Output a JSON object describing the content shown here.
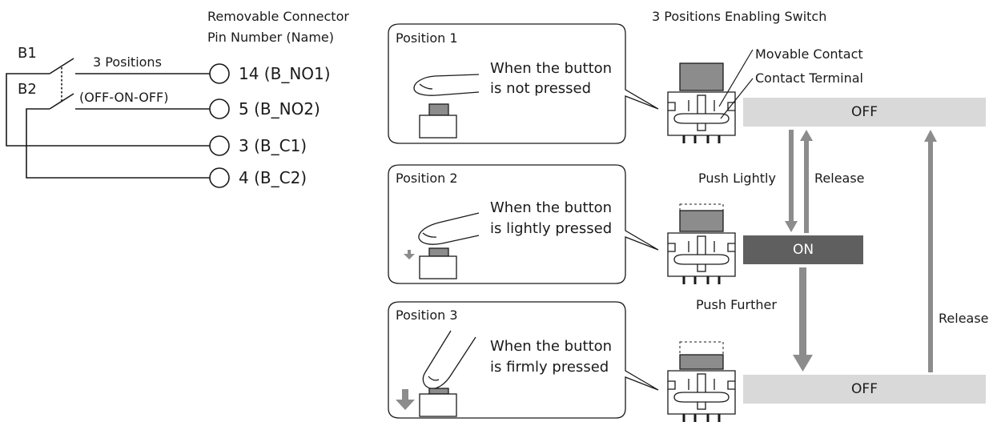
{
  "header": {
    "connector_line1": "Removable Connector",
    "connector_line2": "Pin Number (Name)",
    "switch_title": "3 Positions Enabling Switch"
  },
  "circuit": {
    "b1": "B1",
    "b2": "B2",
    "positions_note": "3 Positions",
    "mode_note": "(OFF-ON-OFF)",
    "pins": [
      "14 (B_NO1)",
      "5 (B_NO2)",
      "3 (B_C1)",
      "4 (B_C2)"
    ]
  },
  "positions": [
    {
      "title": "Position 1",
      "desc_line1": "When the button",
      "desc_line2": "is not pressed"
    },
    {
      "title": "Position 2",
      "desc_line1": "When the button",
      "desc_line2": "is lightly pressed"
    },
    {
      "title": "Position 3",
      "desc_line1": "When the button",
      "desc_line2": "is firmly pressed"
    }
  ],
  "callouts": {
    "movable_contact": "Movable Contact",
    "contact_terminal": "Contact Terminal"
  },
  "states": [
    "OFF",
    "ON",
    "OFF"
  ],
  "transitions": {
    "push_lightly": "Push Lightly",
    "release_1": "Release",
    "push_further": "Push Further",
    "release_2": "Release"
  },
  "colors": {
    "off_bar": "#d9d9d9",
    "on_bar": "#5f5f5f",
    "arrow": "#8c8c8c",
    "button_cap": "#8c8c8c"
  }
}
